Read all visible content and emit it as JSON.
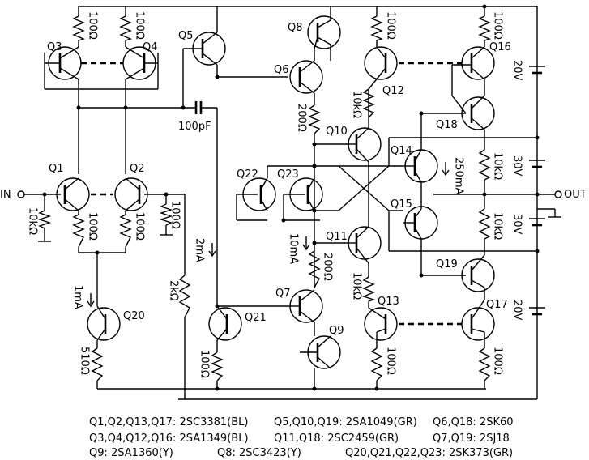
{
  "transistors": {
    "q1": "Q1",
    "q2": "Q2",
    "q3": "Q3",
    "q4": "Q4",
    "q5": "Q5",
    "q6": "Q6",
    "q7": "Q7",
    "q8": "Q8",
    "q9": "Q9",
    "q10": "Q10",
    "q11": "Q11",
    "q12": "Q12",
    "q13": "Q13",
    "q14": "Q14",
    "q15": "Q15",
    "q16": "Q16",
    "q17": "Q17",
    "q18": "Q18",
    "q19": "Q19",
    "q20": "Q20",
    "q21": "Q21",
    "q22": "Q22",
    "q23": "Q23"
  },
  "resistors": {
    "r100": "100Ω",
    "r10k": "10kΩ",
    "r200": "200Ω",
    "r2k": "2kΩ",
    "r510": "510Ω"
  },
  "capacitor": "100pF",
  "batteries": {
    "b20": "20V",
    "b30": "30V"
  },
  "currents": {
    "i1": "1mA",
    "i2": "2mA",
    "i10": "10mA",
    "i250": "250mA"
  },
  "terminals": {
    "input": "IN",
    "output": "OUT"
  },
  "parts_list": {
    "row1a": "Q1,Q2,Q13,Q17: 2SC3381(BL)",
    "row1b": "Q5,Q10,Q19: 2SA1049(GR)",
    "row1c": "Q6,Q18: 2SK60",
    "row2a": "Q3,Q4,Q12,Q16: 2SA1349(BL)",
    "row2b": "Q11,Q18: 2SC2459(GR)",
    "row2c": "Q7,Q19: 2SJ18",
    "row3a": "Q9: 2SA1360(Y)",
    "row3b": "Q8: 2SC3423(Y)",
    "row3c": "Q20,Q21,Q22,Q23: 2SK373(GR)"
  }
}
